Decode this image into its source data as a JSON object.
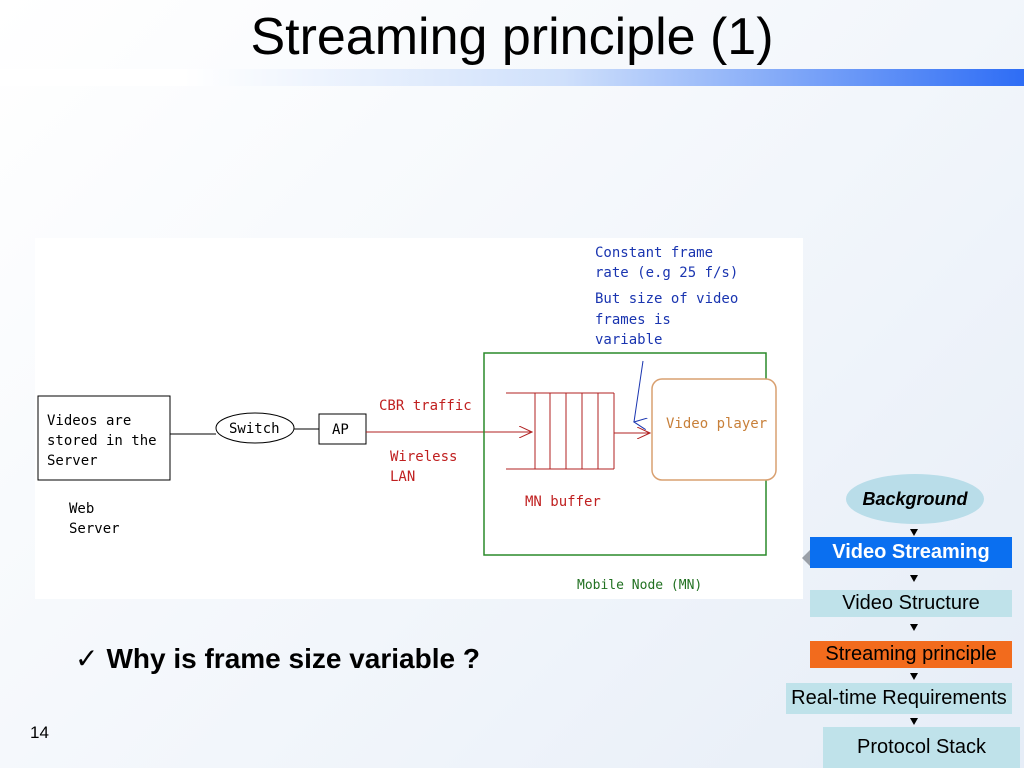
{
  "slide": {
    "title": "Streaming principle (1)",
    "page_number": "14",
    "question": "Why is frame size variable ?",
    "check_mark": "✓"
  },
  "diagram": {
    "server_label": [
      "Videos are",
      "stored in the",
      "Server"
    ],
    "web_server_label": [
      "Web",
      "Server"
    ],
    "switch_label": "Switch",
    "ap_label": "AP",
    "cbr_label": "CBR traffic",
    "wlan_label": [
      "Wireless",
      "LAN"
    ],
    "buffer_label": "MN buffer",
    "player_label": "Video player",
    "node_label": "Mobile Node (MN)",
    "note_rate": [
      "Constant frame",
      "rate (e.g 25 f/s)"
    ],
    "note_size": [
      "But size of video",
      "frames is",
      "variable"
    ]
  },
  "nav": {
    "items": [
      "Background",
      "Video Streaming",
      "Video Structure",
      "Streaming principle",
      "Real-time Requirements",
      "Protocol Stack"
    ],
    "active_item": "Video Streaming",
    "current_item": "Streaming principle",
    "colors": {
      "background_ellipse": "#b9dde9",
      "active": "#0a6ff0",
      "current": "#f26b1d",
      "inactive": "#bfe2ea"
    }
  }
}
